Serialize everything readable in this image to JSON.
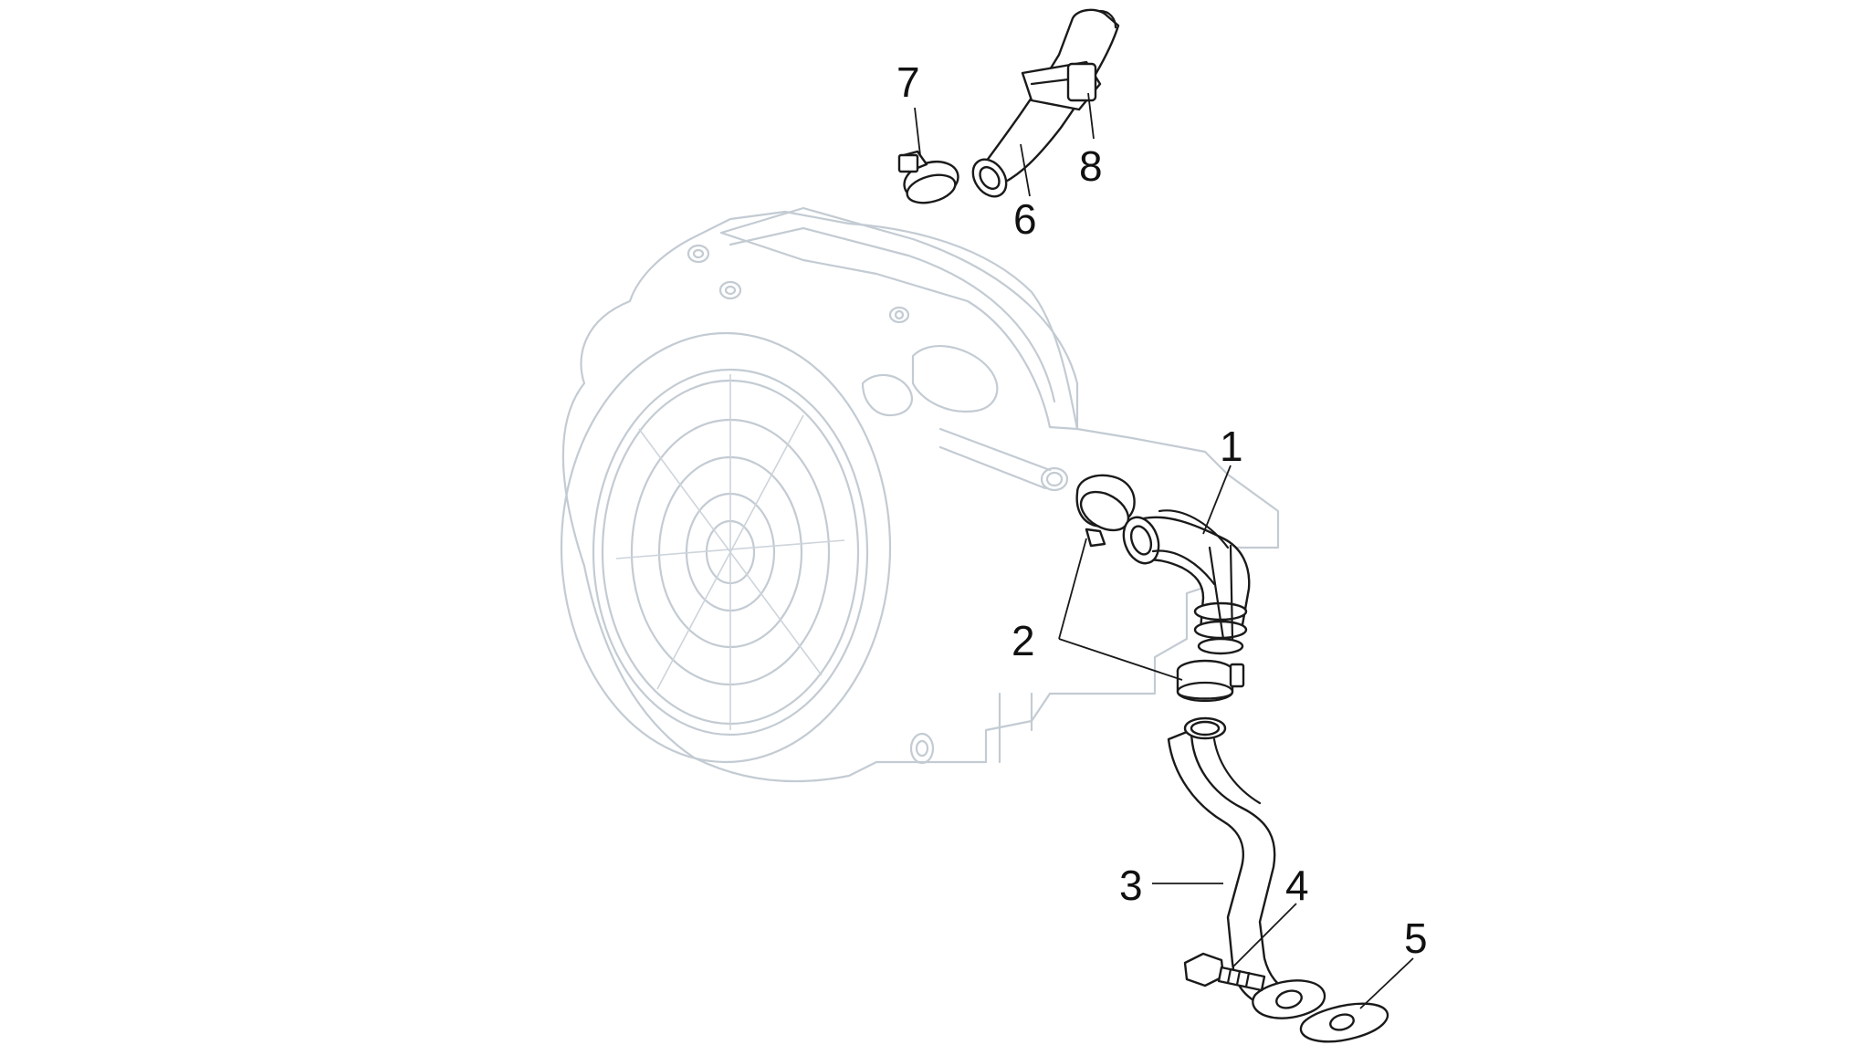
{
  "callouts": {
    "c1": "1",
    "c2": "2",
    "c3": "3",
    "c4": "4",
    "c5": "5",
    "c6": "6",
    "c7": "7",
    "c8": "8"
  },
  "colors": {
    "background": "#ffffff",
    "ghost_outline": "#c3cbd3",
    "part_line": "#1a1a1a"
  }
}
